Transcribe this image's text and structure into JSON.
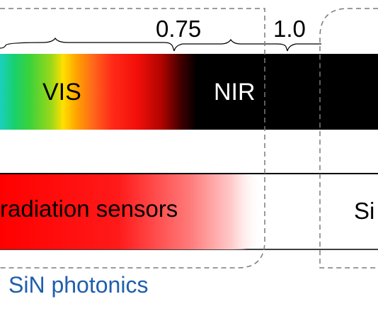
{
  "scale": {
    "tick_075": "0.75",
    "tick_10": "1.0"
  },
  "spectrum": {
    "vis_label": "VIS",
    "nir_label": "NIR"
  },
  "bars": {
    "radiation_sensors_label": "radiation sensors",
    "si_label": "Si"
  },
  "caption": {
    "text": "SiN photonics"
  },
  "colors": {
    "caption": "#1f5fad",
    "nir_band": "#000000",
    "sensor_red": "#ff0000",
    "dashed_border": "#7a7a7a"
  }
}
